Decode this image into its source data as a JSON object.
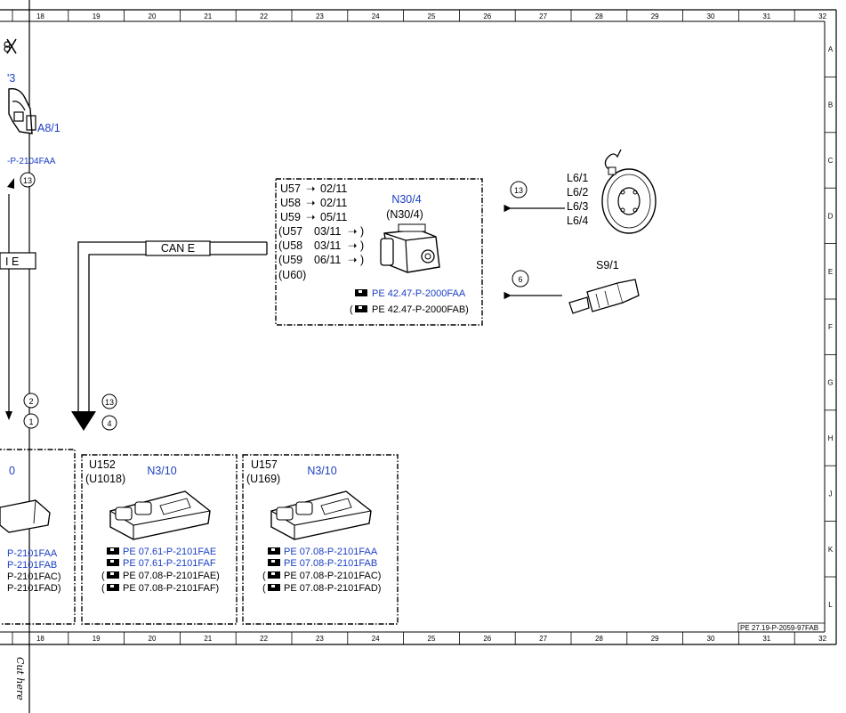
{
  "grid": {
    "columns": [
      "18",
      "19",
      "20",
      "21",
      "22",
      "23",
      "24",
      "25",
      "26",
      "27",
      "28",
      "29",
      "30",
      "31",
      "32"
    ],
    "rows": [
      "A",
      "B",
      "C",
      "D",
      "E",
      "F",
      "G",
      "H",
      "J",
      "K",
      "L"
    ]
  },
  "left_edge": {
    "label_3": "'3",
    "component": "A8/1",
    "pe_ref": "-P-2104FAA",
    "circle_13": "13",
    "box_label": "I E",
    "circle_2": "2",
    "circle_1": "1"
  },
  "can_bus": {
    "label": "CAN E",
    "circle_top": "13",
    "circle_bottom": "4"
  },
  "n30_block": {
    "title": "N30/4",
    "subtitle": "(N30/4)",
    "versions": [
      {
        "code": "U57",
        "arrow": "➝",
        "value": "02/11"
      },
      {
        "code": "U58",
        "arrow": "➝",
        "value": "02/11"
      },
      {
        "code": "U59",
        "arrow": "➝",
        "value": "05/11"
      }
    ],
    "versions_paren": [
      {
        "open": "(U57",
        "value": "03/11",
        "close": "➝ )"
      },
      {
        "open": "(U58",
        "value": "03/11",
        "close": "➝ )"
      },
      {
        "open": "(U59",
        "value": "06/11",
        "close": "➝ )"
      }
    ],
    "extra": "(U60)",
    "pe_main": "PE 42.47-P-2000FAA",
    "pe_alt_open": "(",
    "pe_alt": "PE 42.47-P-2000FAB)"
  },
  "wheel_sensor": {
    "labels": [
      "L6/1",
      "L6/2",
      "L6/3",
      "L6/4"
    ],
    "circle": "13"
  },
  "switch": {
    "label": "S9/1",
    "circle": "6"
  },
  "bottom_blocks": {
    "left_partial": {
      "title_fragment": "0",
      "refs": [
        "P-2101FAA",
        "P-2101FAB",
        "P-2101FAC)",
        "P-2101FAD)"
      ]
    },
    "block_u152": {
      "code": "U152",
      "code_paren": "(U1018)",
      "title": "N3/10",
      "refs": [
        "PE 07.61-P-2101FAE",
        "PE 07.61-P-2101FAF"
      ],
      "refs_paren": [
        "PE 07.08-P-2101FAE)",
        "PE 07.08-P-2101FAF)"
      ]
    },
    "block_u157": {
      "code": "U157",
      "code_paren": "(U169)",
      "title": "N3/10",
      "refs": [
        "PE 07.08-P-2101FAA",
        "PE 07.08-P-2101FAB"
      ],
      "refs_paren": [
        "PE 07.08-P-2101FAC)",
        "PE 07.08-P-2101FAD)"
      ]
    }
  },
  "footer": {
    "doc_ref": "PE 27.19-P-2059-97FAB",
    "cut_here": "Cut here"
  },
  "colors": {
    "ref_blue": "#1a3fc4",
    "line": "#000000"
  }
}
